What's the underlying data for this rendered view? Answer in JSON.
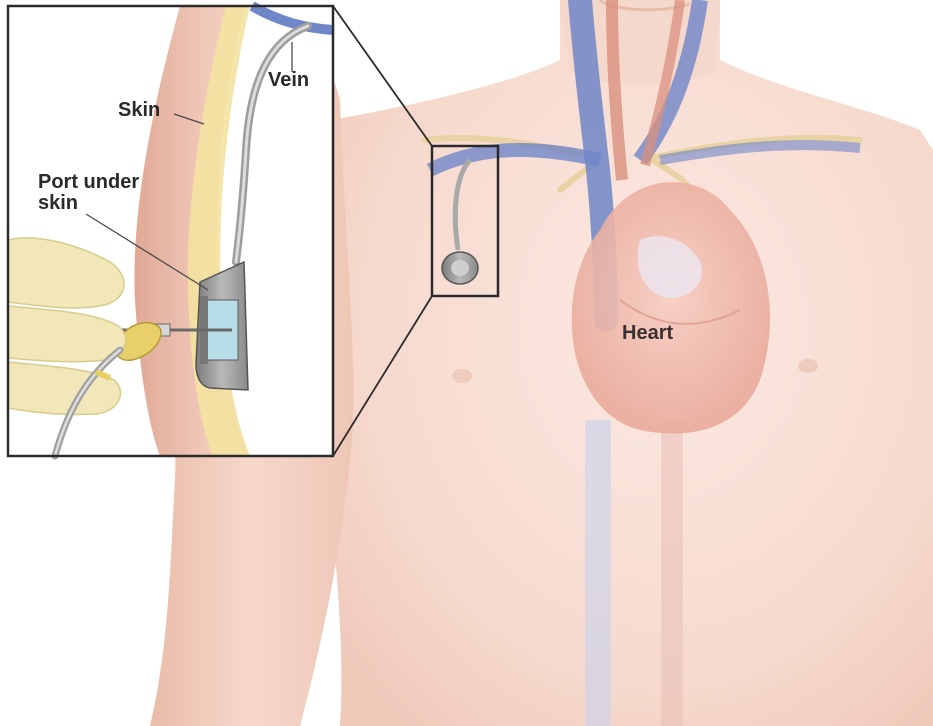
{
  "labels": {
    "skin": "Skin",
    "vein": "Vein",
    "port_line1": "Port under",
    "port_line2": "skin",
    "heart": "Heart"
  },
  "colors": {
    "background": "#ffffff",
    "skin_tone": "#f7e0d6",
    "skin_shadow": "#edc4b4",
    "vein_blue": "#6f86c8",
    "artery_red": "#d9907e",
    "heart_pink": "#f0b5a6",
    "fat_yellow": "#f3e2a0",
    "port_gray": "#9a9a9a",
    "frame": "#2b2b2b"
  }
}
